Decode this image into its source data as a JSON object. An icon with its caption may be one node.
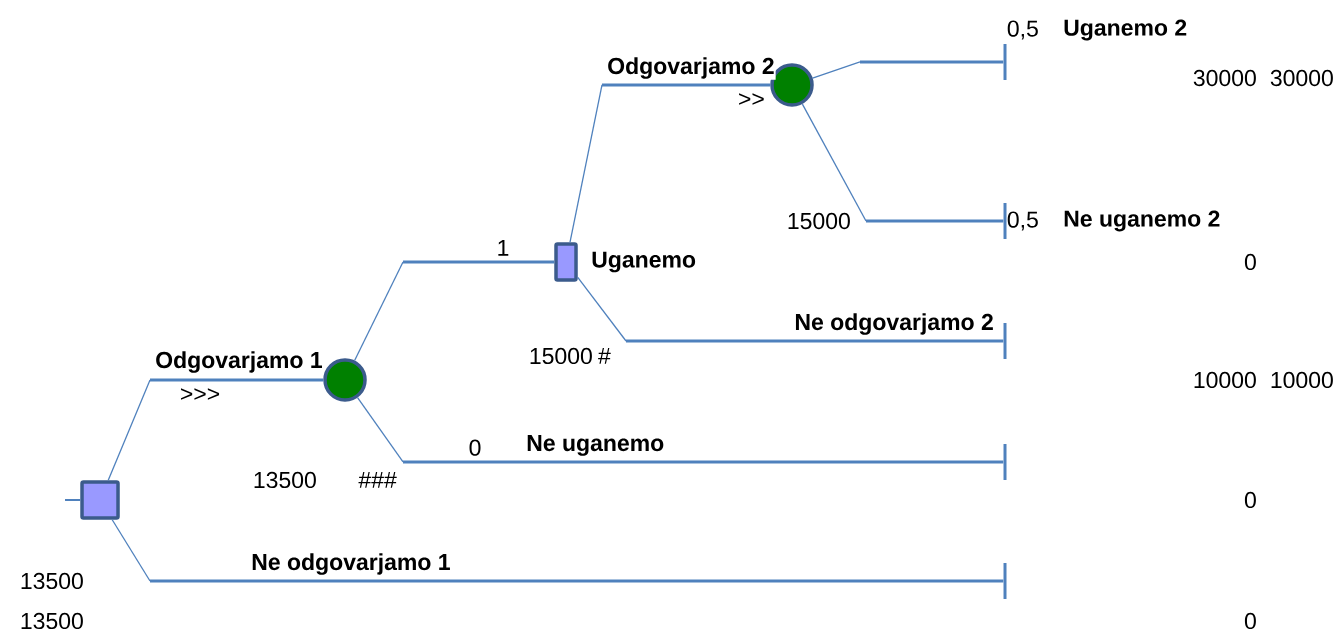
{
  "diagram": {
    "nodes": [
      {
        "text": [],
        "shape": "box"
      },
      {
        "text": [],
        "shape": "circle"
      },
      {
        "text": [],
        "shape": "box"
      },
      {
        "text": [],
        "shape": "circle"
      },
      {
        "text": [],
        "shape": "bar"
      },
      {
        "text": [],
        "shape": "bar"
      },
      {
        "text": [],
        "shape": "bar"
      },
      {
        "text": [],
        "shape": "bar"
      },
      {
        "text": [],
        "shape": "bar"
      }
    ],
    "edges": [
      {
        "from": null,
        "to": 0,
        "arrow": "none"
      },
      {
        "from": 0,
        "to": 1,
        "arrow": "none",
        "label": "Odgovarjamo 1"
      },
      {
        "from": 0,
        "to": 8,
        "arrow": "none",
        "label": "Ne odgovarjamo 1"
      },
      {
        "from": 1,
        "to": 2,
        "arrow": "none",
        "label": "Uganemo"
      },
      {
        "from": 1,
        "to": 7,
        "arrow": "none",
        "label": "Ne uganemo"
      },
      {
        "from": 2,
        "to": 3,
        "arrow": "none",
        "label": "Odgovarjamo 2"
      },
      {
        "from": 2,
        "to": 6,
        "arrow": "none",
        "label": "Ne odgovarjamo 2"
      },
      {
        "from": 3,
        "to": 4,
        "arrow": "none",
        "label": "Uganemo 2"
      },
      {
        "from": 3,
        "to": 5,
        "arrow": "none",
        "label": "Ne uganemo 2"
      }
    ],
    "labels": [
      "0,5",
      "30000",
      "30000",
      ">>",
      "15000",
      "0,5",
      "1",
      "0",
      "15000",
      "#",
      ">>>",
      "10000",
      "10000",
      "13500",
      "###",
      "0",
      "0",
      "13500",
      "13500",
      "0"
    ]
  }
}
